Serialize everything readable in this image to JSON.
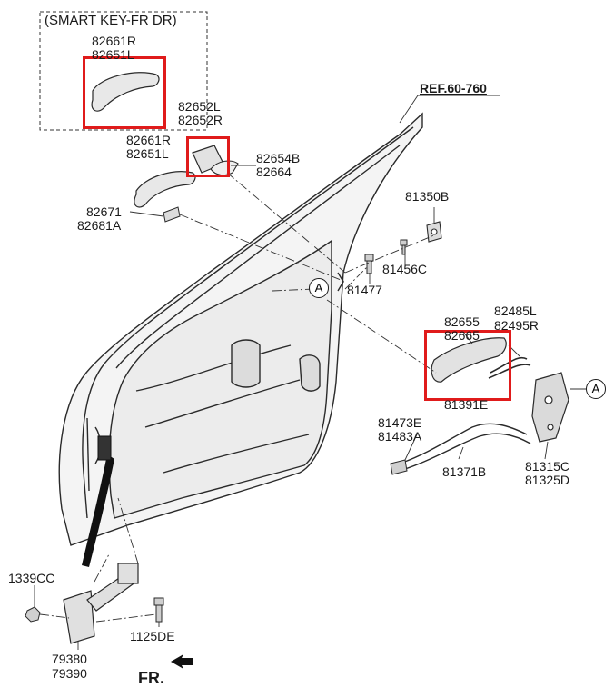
{
  "title": "(SMART KEY-FR DR)",
  "reference": "REF.60-760",
  "front_marker": "FR.",
  "section_marker": "A",
  "labels": {
    "p82661R_top": "82661R",
    "p82651L_top": "82651L",
    "p82652L": "82652L",
    "p82652R": "82652R",
    "p82661R": "82661R",
    "p82651L": "82651L",
    "p82654B": "82654B",
    "p82664": "82664",
    "p82671": "82671",
    "p82681A": "82681A",
    "p81350B": "81350B",
    "p81456C": "81456C",
    "p81477": "81477",
    "p82655": "82655",
    "p82665": "82665",
    "p82485L": "82485L",
    "p82495R": "82495R",
    "p81391E": "81391E",
    "p81473E": "81473E",
    "p81483A": "81483A",
    "p81371B": "81371B",
    "p81315C": "81315C",
    "p81325D": "81325D",
    "p1339CC": "1339CC",
    "p1125DE": "1125DE",
    "p79380": "79380",
    "p79390": "79390"
  },
  "highlight_color": "#e01b1b",
  "line_color": "#2a2a2a"
}
